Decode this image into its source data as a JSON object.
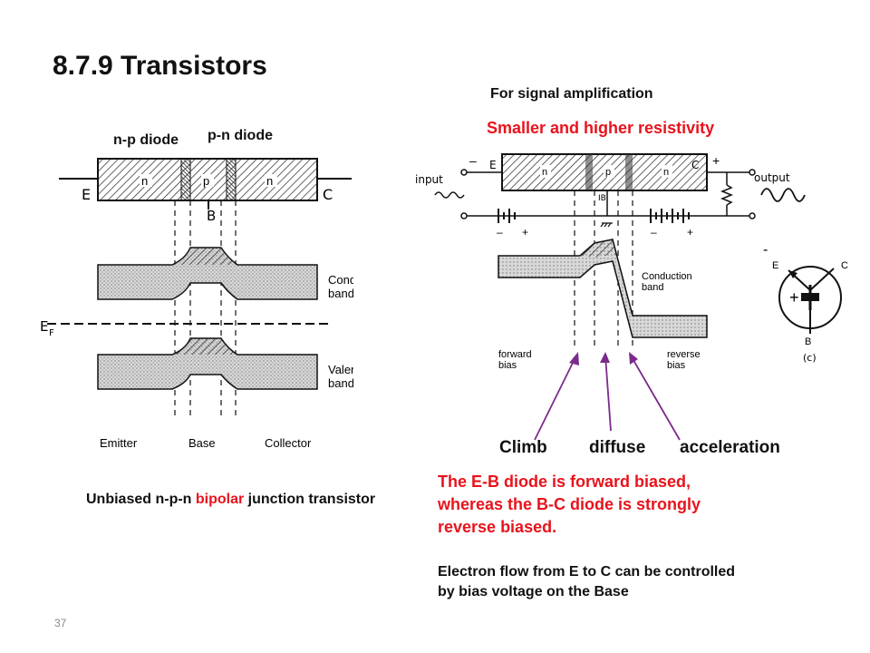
{
  "slide": {
    "title": "8.7.9 Transistors",
    "page_number": "37"
  },
  "left_figure": {
    "np_label": "n-p diode",
    "pn_label": "p-n diode",
    "region_n1": "n",
    "region_p": "p",
    "region_n2": "n",
    "terminal_e": "E",
    "terminal_c": "C",
    "terminal_b": "B",
    "conduction_band": "Conduction\nband",
    "conduction_band_line1": "Conduction",
    "conduction_band_line2": "band",
    "valence_band_line1": "Valence",
    "valence_band_line2": "band",
    "fermi_label": "E",
    "fermi_sub": "F",
    "bottom_emitter": "Emitter",
    "bottom_base": "Base",
    "bottom_collector": "Collector",
    "caption_part1": "Unbiased n-p-n ",
    "caption_part2": "bipolar",
    "caption_part3": " junction transistor"
  },
  "right_figure": {
    "purpose": "For signal amplification",
    "note": "Smaller and higher resistivity",
    "input_label": "input",
    "output_label": "output",
    "terminal_e": "E",
    "terminal_c": "C",
    "ib_label": "IB",
    "region_n1": "n",
    "region_p": "p",
    "region_n2": "n",
    "minus": "–",
    "plus": "+",
    "conduction_line1": "Conduction",
    "conduction_line2": "band",
    "forward_line1": "forward",
    "forward_line2": "bias",
    "reverse_line1": "reverse",
    "reverse_line2": "bias",
    "symbol_e": "E",
    "symbol_c": "C",
    "symbol_b": "B",
    "symbol_caption": "(c)",
    "symbol_minus": "-",
    "symbol_plus": "+"
  },
  "process_labels": {
    "climb": "Climb",
    "diffuse": "diffuse",
    "acceleration": "acceleration"
  },
  "text_blocks": {
    "bias_statement": "The E-B diode is forward biased, whereas the B-C diode is strongly reverse biased.",
    "bias_line1": "The E-B diode is forward biased,",
    "bias_line2": "whereas the B-C diode is strongly",
    "bias_line3": "reverse biased.",
    "flow_line1": "Electron flow from E to C can be controlled",
    "flow_line2": "by bias voltage on the Base"
  },
  "colors": {
    "accent_red": "#e8131c",
    "arrow_purple": "#7b2c8b",
    "text": "#111111"
  }
}
